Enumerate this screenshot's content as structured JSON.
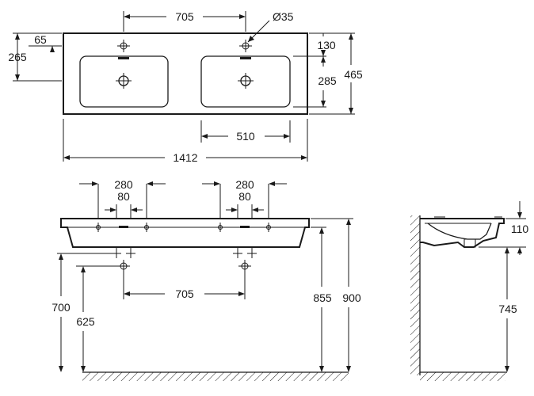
{
  "top_view": {
    "overall_width": "1412",
    "tap_spacing": "705",
    "tap_hole_diameter": "Ø35",
    "edge_to_tap": "65",
    "edge_to_drain": "265",
    "front_to_tap": "130",
    "bowl_depth": "285",
    "overall_depth": "465",
    "bowl_width": "510"
  },
  "front_view": {
    "left_tap_group": "280",
    "left_tap_inner": "80",
    "right_tap_group": "280",
    "right_tap_inner": "80",
    "waste_spacing": "705",
    "height_left_outer": "700",
    "height_left_inner": "625",
    "height_right_inner": "855",
    "height_right_outer": "900"
  },
  "side_view": {
    "rim_height": "110",
    "mount_height": "745"
  }
}
